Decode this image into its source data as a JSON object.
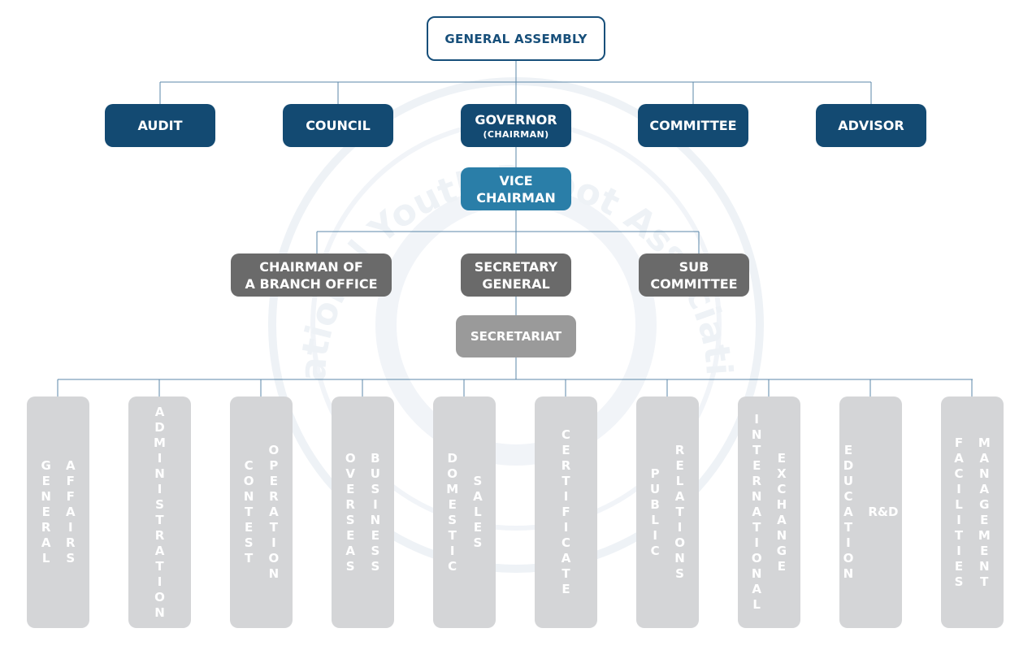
{
  "chart": {
    "root": {
      "label": "GENERAL ASSEMBLY"
    },
    "level1": [
      {
        "label": "AUDIT"
      },
      {
        "label": "COUNCIL"
      },
      {
        "label": "GOVERNOR",
        "sub": "(CHAIRMAN)"
      },
      {
        "label": "COMMITTEE"
      },
      {
        "label": "ADVISOR"
      }
    ],
    "vice_chairman": {
      "line1": "VICE",
      "line2": "CHAIRMAN"
    },
    "level3": [
      {
        "line1": "CHAIRMAN OF",
        "line2": "A BRANCH OFFICE"
      },
      {
        "line1": "SECRETARY",
        "line2": "GENERAL"
      },
      {
        "line1": "SUB",
        "line2": "COMMITTEE"
      }
    ],
    "secretariat": {
      "label": "SECRETARIAT"
    },
    "departments": [
      {
        "words": [
          "GENERAL",
          "AFFAIRS"
        ]
      },
      {
        "words": [
          "ADMINISTRATION"
        ]
      },
      {
        "words": [
          "CONTEST",
          "OPERATION"
        ]
      },
      {
        "words": [
          "OVERSEAS",
          "BUSINESS"
        ]
      },
      {
        "words": [
          "DOMESTIC",
          "SALES"
        ]
      },
      {
        "words": [
          "CERTIFICATE"
        ]
      },
      {
        "words": [
          "PUBLIC",
          "RELATIONS"
        ]
      },
      {
        "words": [
          "INTERNATIONAL",
          "EXCHANGE"
        ]
      },
      {
        "words": [
          "EDUCATION",
          "R&D"
        ]
      },
      {
        "words": [
          "FACILITIES",
          "MANAGEMENT"
        ]
      }
    ]
  },
  "watermark": {
    "text": "ational Youth Robot Associati"
  },
  "colors": {
    "root_border": "#174f7a",
    "dark_blue": "#134a72",
    "mid_blue": "#2a7ea8",
    "gray_dark": "#6a6a6a",
    "gray_mid": "#9a9a9a",
    "dept_gray": "#d4d5d7",
    "connector": "#5b87a8"
  }
}
